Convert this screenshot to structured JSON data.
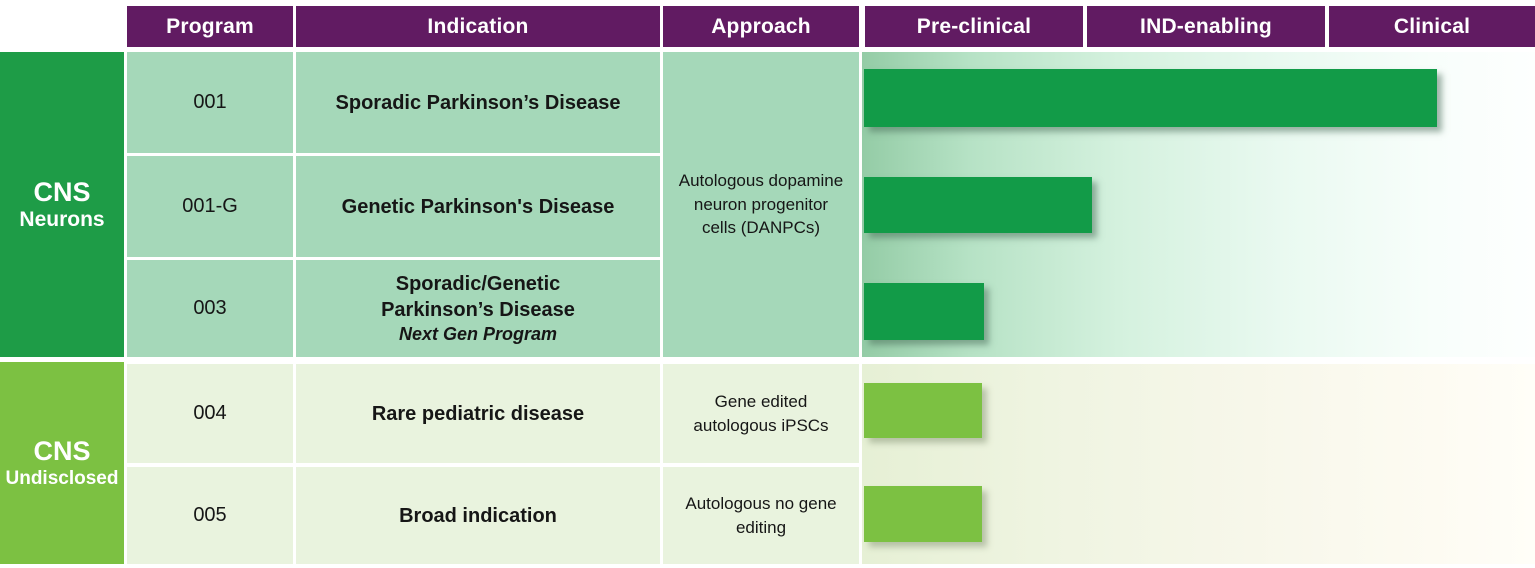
{
  "header": {
    "program": "Program",
    "indication": "Indication",
    "approach": "Approach",
    "preclinical": "Pre-clinical",
    "ind_enabling": "IND-enabling",
    "clinical": "Clinical"
  },
  "groups": [
    {
      "title": "CNS",
      "subtitle": "Neurons"
    },
    {
      "title": "CNS",
      "subtitle": "Undisclosed"
    }
  ],
  "approaches": {
    "neurons": "Autologous dopamine neuron progenitor cells (DANPCs)"
  },
  "rows": [
    {
      "program": "001",
      "indication": "Sporadic Parkinson’s Disease",
      "note": ""
    },
    {
      "program": "001-G",
      "indication": "Genetic Parkinson's Disease",
      "note": ""
    },
    {
      "program": "003",
      "indication": "Sporadic/Genetic Parkinson’s Disease",
      "note": "Next Gen Program"
    },
    {
      "program": "004",
      "indication": "Rare pediatric disease",
      "approach": "Gene edited autologous iPSCs"
    },
    {
      "program": "005",
      "indication": "Broad indication",
      "approach": "Autologous no gene editing"
    }
  ],
  "colors": {
    "header_bg": "#611B62",
    "group1_bg": "#1E9C47",
    "group2_bg": "#7CC142",
    "cell1_bg": "#A5D8B9",
    "cell2_bg": "#E9F3DE",
    "bar_dark": "#129B48",
    "bar_light": "#7CC142"
  },
  "chart_data": {
    "type": "bar",
    "orientation": "horizontal",
    "title": "Development pipeline progress by program",
    "phases": [
      "Pre-clinical",
      "IND-enabling",
      "Clinical"
    ],
    "axis_range": [
      0,
      3
    ],
    "grid": false,
    "legend": false,
    "series": [
      {
        "name": "001",
        "group": "CNS Neurons",
        "progress_phases": 2.52,
        "reached": "Clinical (mid)",
        "color": "#129B48"
      },
      {
        "name": "001-G",
        "group": "CNS Neurons",
        "progress_phases": 1.02,
        "reached": "IND-enabling (start)",
        "color": "#129B48"
      },
      {
        "name": "003",
        "group": "CNS Neurons",
        "progress_phases": 0.54,
        "reached": "Pre-clinical (mid)",
        "color": "#129B48"
      },
      {
        "name": "004",
        "group": "CNS Undisclosed",
        "progress_phases": 0.53,
        "reached": "Pre-clinical (mid)",
        "color": "#7CC142"
      },
      {
        "name": "005",
        "group": "CNS Undisclosed",
        "progress_phases": 0.53,
        "reached": "Pre-clinical (mid)",
        "color": "#7CC142"
      }
    ]
  }
}
